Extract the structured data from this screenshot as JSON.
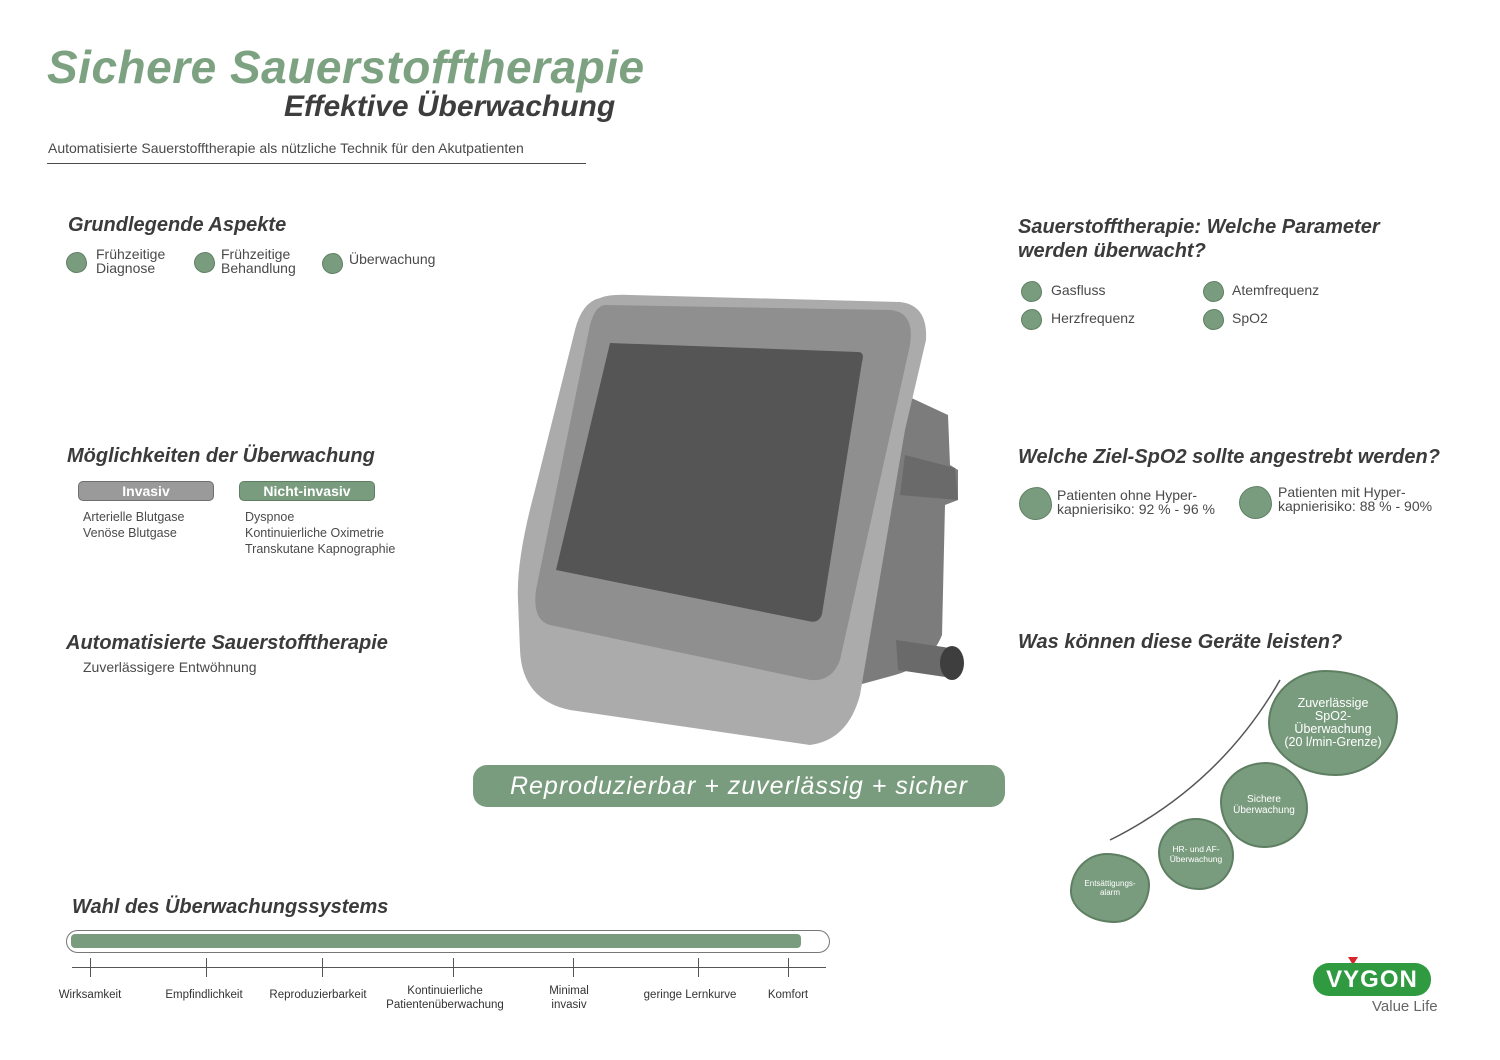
{
  "header": {
    "title": "Sichere Sauerstofftherapie",
    "subtitle": "Effektive Überwachung",
    "intro": "Automatisierte Sauerstofftherapie als nützliche Technik für den Akutpatienten"
  },
  "grundlegend": {
    "heading": "Grundlegende Aspekte",
    "items": [
      {
        "line1": "Frühzeitige",
        "line2": "Diagnose"
      },
      {
        "line1": "Frühzeitige",
        "line2": "Behandlung"
      },
      {
        "line1": "Überwachung",
        "line2": ""
      }
    ]
  },
  "moeglichkeiten": {
    "heading": "Möglichkeiten der Überwachung",
    "invasiv": {
      "label": "Invasiv",
      "items": [
        "Arterielle Blutgase",
        "Venöse Blutgase"
      ]
    },
    "nicht_invasiv": {
      "label": "Nicht-invasiv",
      "items": [
        "Dyspnoe",
        "Kontinuierliche Oximetrie",
        "Transkutane Kapnographie"
      ]
    }
  },
  "automatisiert": {
    "heading": "Automatisierte Sauerstofftherapie",
    "text": "Zuverlässigere Entwöhnung"
  },
  "parameter": {
    "heading_line1": "Sauerstofftherapie: Welche Parameter",
    "heading_line2": "werden überwacht?",
    "items": [
      "Gasfluss",
      "Atemfrequenz",
      "Herzfrequenz",
      "SpO2"
    ]
  },
  "ziel": {
    "heading": "Welche Ziel-SpO2 sollte angestrebt werden?",
    "items": [
      {
        "line1": "Patienten ohne Hyper-",
        "line2": "kapnierisiko: 92 % - 96 %"
      },
      {
        "line1": "Patienten mit Hyper-",
        "line2": "kapnierisiko: 88 % - 90%"
      }
    ]
  },
  "geraete": {
    "heading": "Was können diese Geräte leisten?",
    "bubbles": [
      {
        "lines": [
          "Entsättigungs-",
          "alarm"
        ]
      },
      {
        "lines": [
          "HR- und AF-",
          "Überwachung"
        ]
      },
      {
        "lines": [
          "Sichere",
          "Überwachung"
        ]
      },
      {
        "lines": [
          "Zuverlässige",
          "SpO2-",
          "Überwachung",
          "(20 l/min-Grenze)"
        ]
      }
    ]
  },
  "cta": "Reproduzierbar + zuverlässig + sicher",
  "wahl": {
    "heading": "Wahl des Überwachungssystems",
    "progress": 0.97,
    "labels": [
      {
        "line1": "Wirksamkeit",
        "line2": ""
      },
      {
        "line1": "Empfindlichkeit",
        "line2": ""
      },
      {
        "line1": "Reproduzierbarkeit",
        "line2": ""
      },
      {
        "line1": "Kontinuierliche",
        "line2": "Patientenüberwachung"
      },
      {
        "line1": "Minimal",
        "line2": "invasiv"
      },
      {
        "line1": "geringe Lernkurve",
        "line2": ""
      },
      {
        "line1": "Komfort",
        "line2": ""
      }
    ]
  },
  "logo": {
    "brand": "VYGON",
    "tagline": "Value Life"
  },
  "colors": {
    "accent": "#7a9c7e",
    "title_green": "#7da281",
    "grey_pill": "#9a9a9a",
    "logo_red": "#d8262c"
  }
}
